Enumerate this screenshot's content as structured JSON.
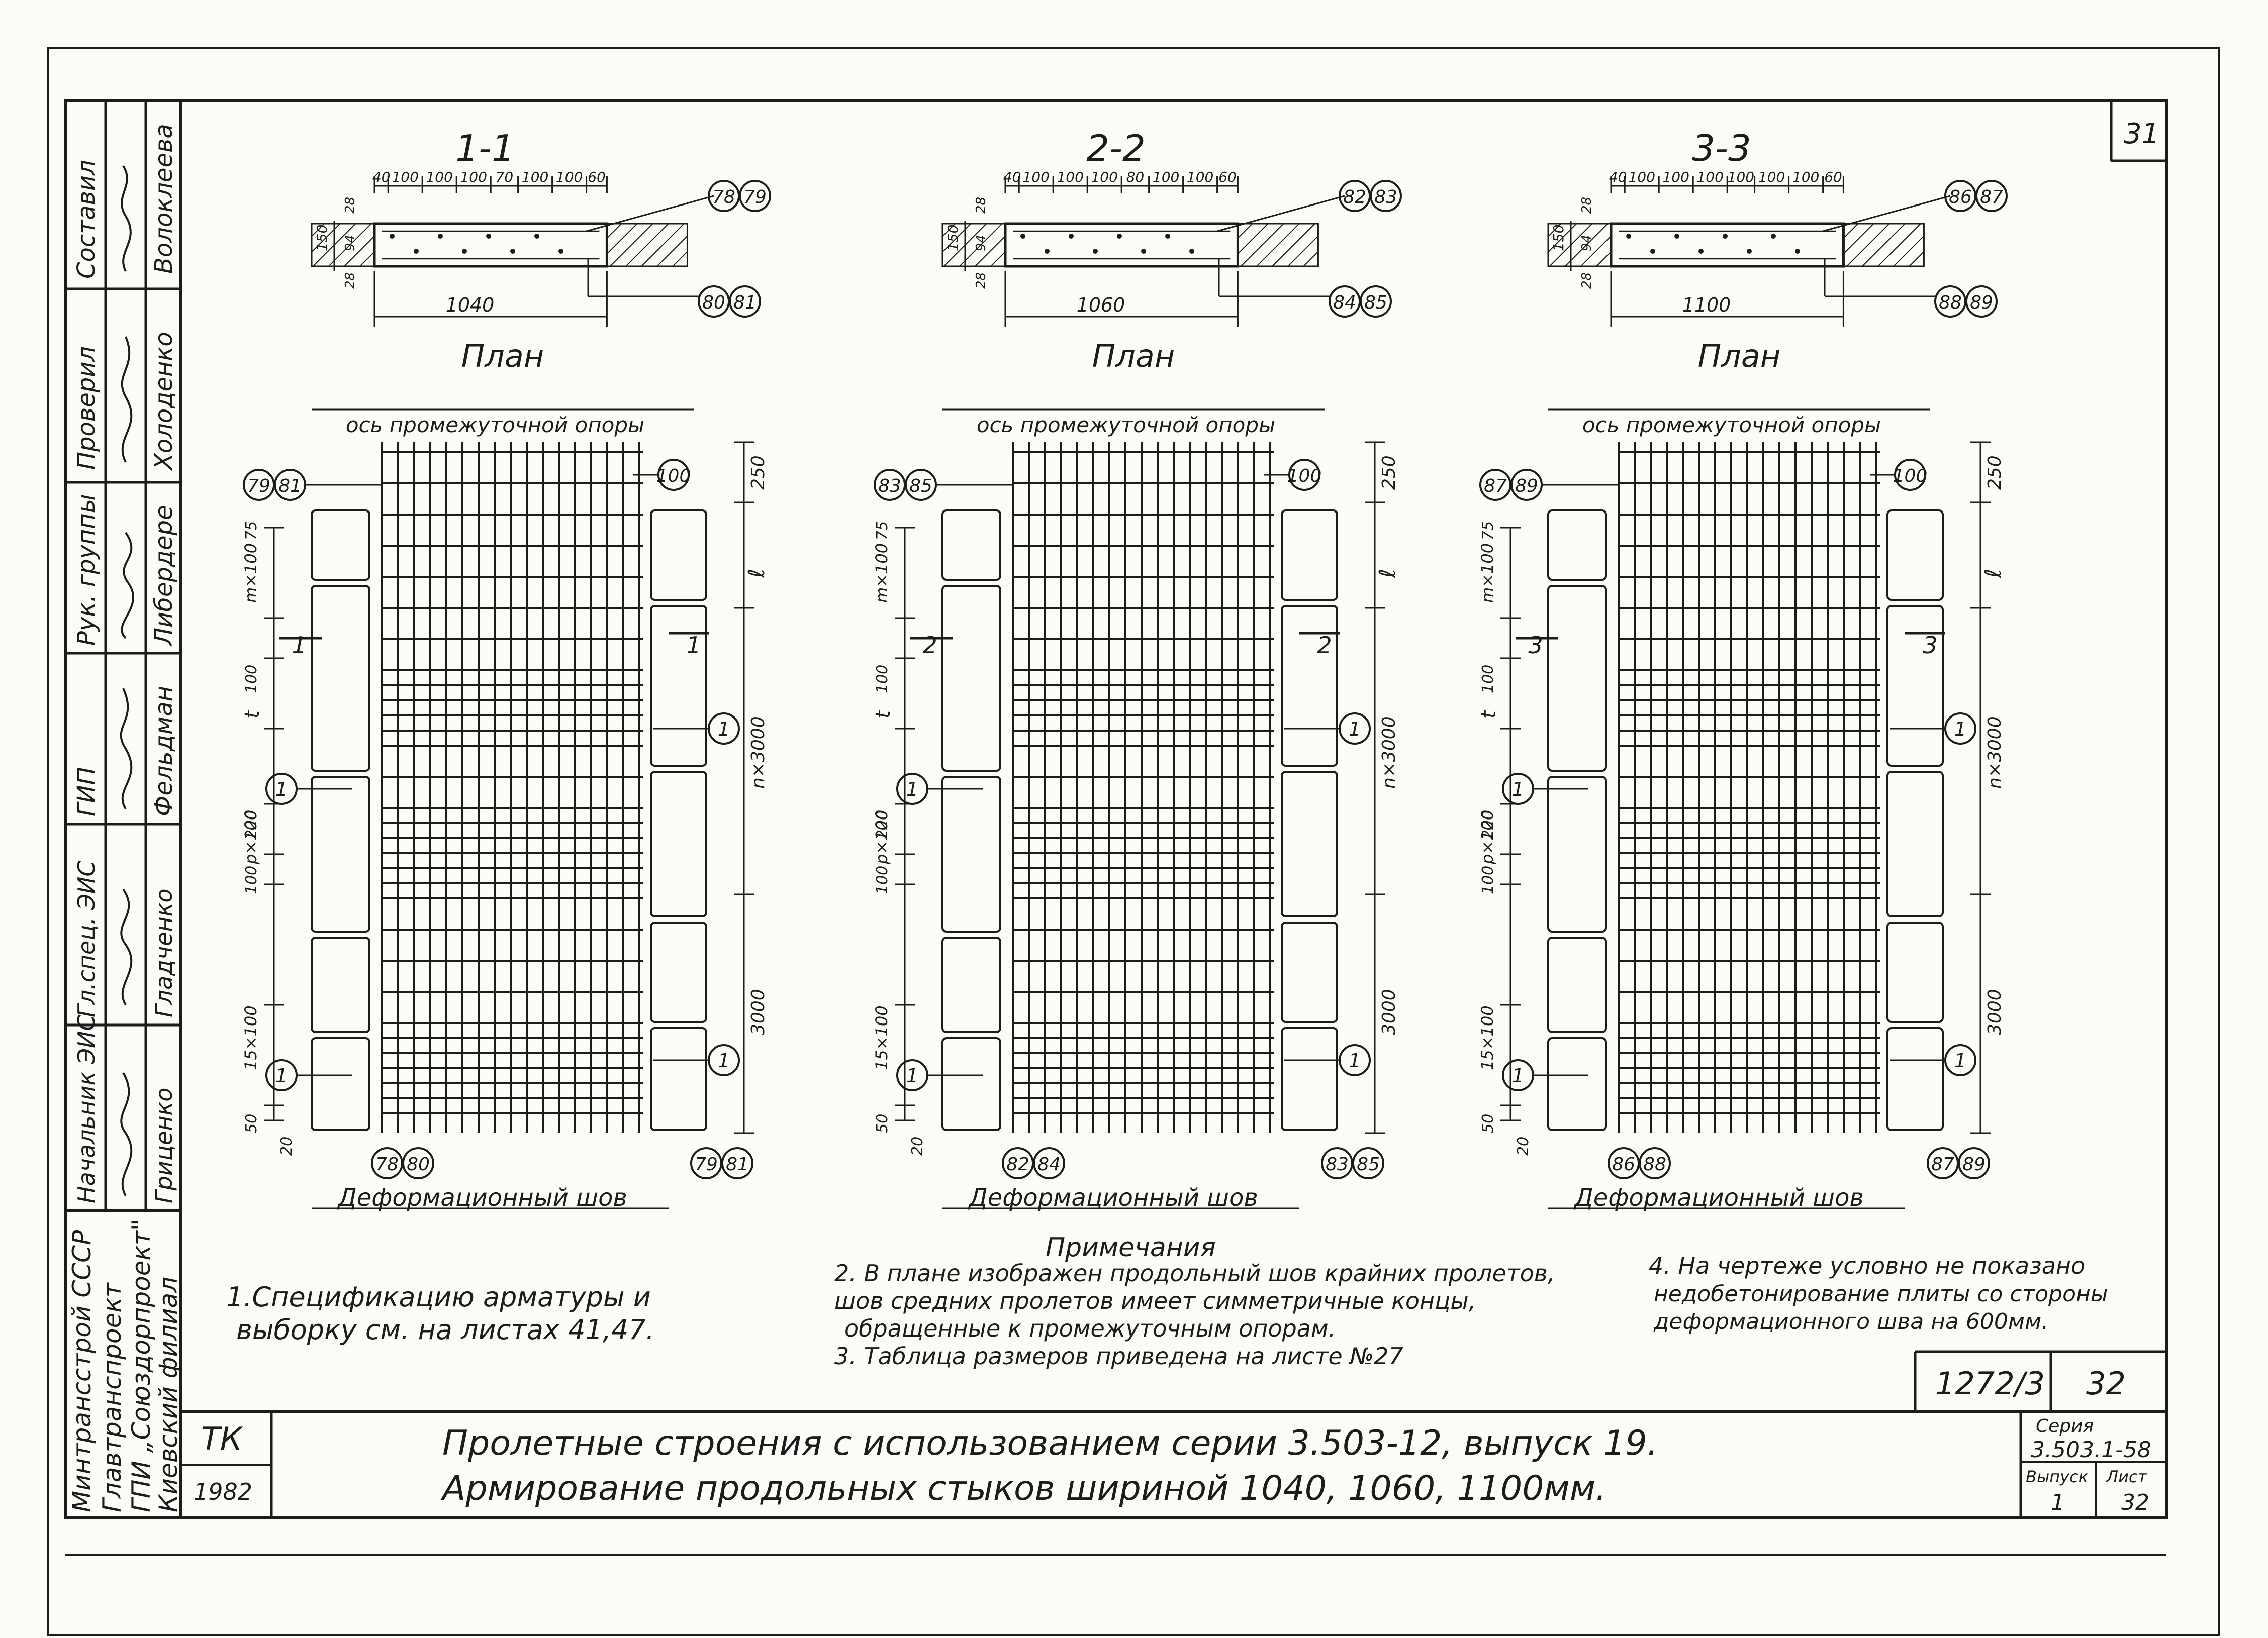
{
  "sheet_corner_number": "31",
  "title_block": {
    "stamp_rows": [
      {
        "role": "Составил",
        "name": "Волоклеева"
      },
      {
        "role": "Проверил",
        "name": "Холоденко"
      },
      {
        "role": "Рук. группы",
        "name": "Либердере"
      },
      {
        "role": "ГИП",
        "name": "Фельдман"
      },
      {
        "role": "Гл.спец. ЭИС",
        "name": "Гладченко"
      },
      {
        "role": "Начальник ЭИС",
        "name": "Гриценко"
      }
    ],
    "organization": [
      "Минтрансстрой СССР",
      "Главтранспроект",
      "ГПИ „Союздорпроект\"",
      "Киевский филиал"
    ],
    "tk_label": "ТК",
    "year": "1982",
    "title_line_1": "Пролетные строения с использованием серии 3.503-12, выпуск 19.",
    "title_line_2": "Армирование продольных стыков шириной 1040, 1060, 1100мм.",
    "doc_number": "1272/3",
    "sheet_box": "32",
    "series_label": "Серия",
    "series_value": "3.503.1-58",
    "issue_label": "Выпуск",
    "issue_value": "1",
    "sheet_label": "Лист",
    "sheet_value": "32"
  },
  "sections": [
    {
      "title": "1-1",
      "dims": [
        "40",
        "100",
        "100",
        "100",
        "70",
        "100",
        "100",
        "60"
      ],
      "height_dims": [
        "28",
        "94",
        "28"
      ],
      "total_height": "150",
      "width": "1040",
      "callouts_top": [
        "78",
        "79"
      ],
      "callouts_bottom": [
        "80",
        "81"
      ],
      "plan_label": "План",
      "axis_label": "ось промежуточной опоры",
      "plan_left_top": [
        "79",
        "81"
      ],
      "plan_right_top": "100",
      "plan_bottom_left": [
        "78",
        "80"
      ],
      "plan_bottom_right": [
        "79",
        "81"
      ],
      "seam_label": "Деформационный шов",
      "cut_label": "1",
      "dim_250": "250",
      "dim_l": "ℓ",
      "dim_n3000": "n×3000",
      "dim_3000": "3000",
      "dim_m100": "m×100",
      "dim_75": "75",
      "dim_100": "100",
      "dim_t": "t",
      "dim_p100": "p×100",
      "dim_220": "220",
      "dim_15x100": "15×100",
      "dim_50": "50",
      "dim_20": "20",
      "marker_1": "1"
    },
    {
      "title": "2-2",
      "dims": [
        "40",
        "100",
        "100",
        "100",
        "80",
        "100",
        "100",
        "60"
      ],
      "height_dims": [
        "28",
        "94",
        "28"
      ],
      "total_height": "150",
      "width": "1060",
      "callouts_top": [
        "82",
        "83"
      ],
      "callouts_bottom": [
        "84",
        "85"
      ],
      "plan_label": "План",
      "axis_label": "ось промежуточной опоры",
      "plan_left_top": [
        "83",
        "85"
      ],
      "plan_right_top": "100",
      "plan_bottom_left": [
        "82",
        "84"
      ],
      "plan_bottom_right": [
        "83",
        "85"
      ],
      "seam_label": "Деформационный шов",
      "cut_label": "2",
      "dim_250": "250",
      "dim_l": "ℓ",
      "dim_n3000": "n×3000",
      "dim_3000": "3000",
      "dim_m100": "m×100",
      "dim_75": "75",
      "dim_100": "100",
      "dim_t": "t",
      "dim_p100": "p×100",
      "dim_220": "220",
      "dim_15x100": "15×100",
      "dim_50": "50",
      "dim_20": "20",
      "marker_1": "1"
    },
    {
      "title": "3-3",
      "dims": [
        "40",
        "100",
        "100",
        "100",
        "100",
        "100",
        "100",
        "60"
      ],
      "height_dims": [
        "28",
        "94",
        "28"
      ],
      "total_height": "150",
      "width": "1100",
      "callouts_top": [
        "86",
        "87"
      ],
      "callouts_bottom": [
        "88",
        "89"
      ],
      "plan_label": "План",
      "axis_label": "ось промежуточной опоры",
      "plan_left_top": [
        "87",
        "89"
      ],
      "plan_right_top": "100",
      "plan_bottom_left": [
        "86",
        "88"
      ],
      "plan_bottom_right": [
        "87",
        "89"
      ],
      "seam_label": "Деформационный шов",
      "cut_label": "3",
      "dim_250": "250",
      "dim_l": "ℓ",
      "dim_n3000": "n×3000",
      "dim_3000": "3000",
      "dim_m100": "m×100",
      "dim_75": "75",
      "dim_100": "100",
      "dim_t": "t",
      "dim_p100": "p×100",
      "dim_220": "220",
      "dim_15x100": "15×100",
      "dim_50": "50",
      "dim_20": "20",
      "marker_1": "1"
    }
  ],
  "notes": {
    "heading": "Примечания",
    "n1_line1": "1.Спецификацию арматуры и",
    "n1_line2": "выборку см. на листах 41,47.",
    "n2_line1": "2. В плане изображен продольный шов крайних пролетов,",
    "n2_line2": "шов средних пролетов имеет симметричные концы,",
    "n2_line3": "обращенные к промежуточным опорам.",
    "n3_line1": "3. Таблица размеров приведена на листе №27",
    "n4_line1": "4. На чертеже условно не показано",
    "n4_line2": "недобетонирование плиты со стороны",
    "n4_line3": "деформационного шва на 600мм."
  }
}
